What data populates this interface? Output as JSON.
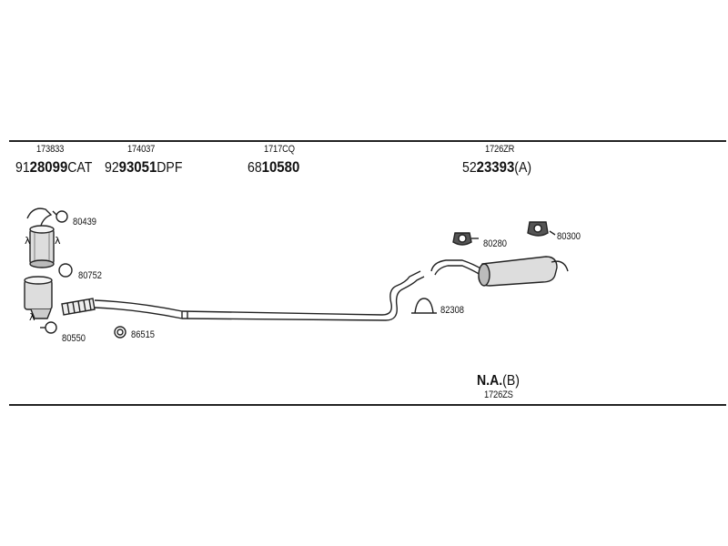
{
  "groups": [
    {
      "ref": "173833",
      "prefix": "91",
      "main": "28099",
      "suffix": "CAT"
    },
    {
      "ref": "174037",
      "prefix": "92",
      "main": "93051",
      "suffix": "DPF"
    },
    {
      "ref": "1717CQ",
      "prefix": "68",
      "main": "10580",
      "suffix": ""
    },
    {
      "ref": "1726ZR",
      "prefix": "52",
      "main": "23393",
      "suffix": "(A)"
    }
  ],
  "parts": {
    "p80439": "80439",
    "p80752": "80752",
    "p80550": "80550",
    "p86515": "86515",
    "p80280": "80280",
    "p80300": "80300",
    "p82308": "82308"
  },
  "sensor_symbol": "λ",
  "na": {
    "main": "N.A.",
    "suffix": "(B)",
    "ref": "1726ZS"
  }
}
